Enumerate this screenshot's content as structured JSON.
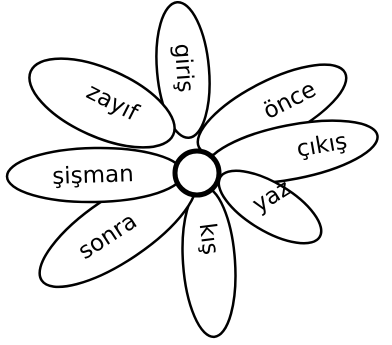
{
  "flower": {
    "petals": {
      "giris": "giriş",
      "once": "önce",
      "cikis": "çıkış",
      "yaz": "yaz",
      "kis": "kış",
      "sonra": "sonra",
      "sisman": "şişman",
      "zayif": "zayıf"
    }
  }
}
